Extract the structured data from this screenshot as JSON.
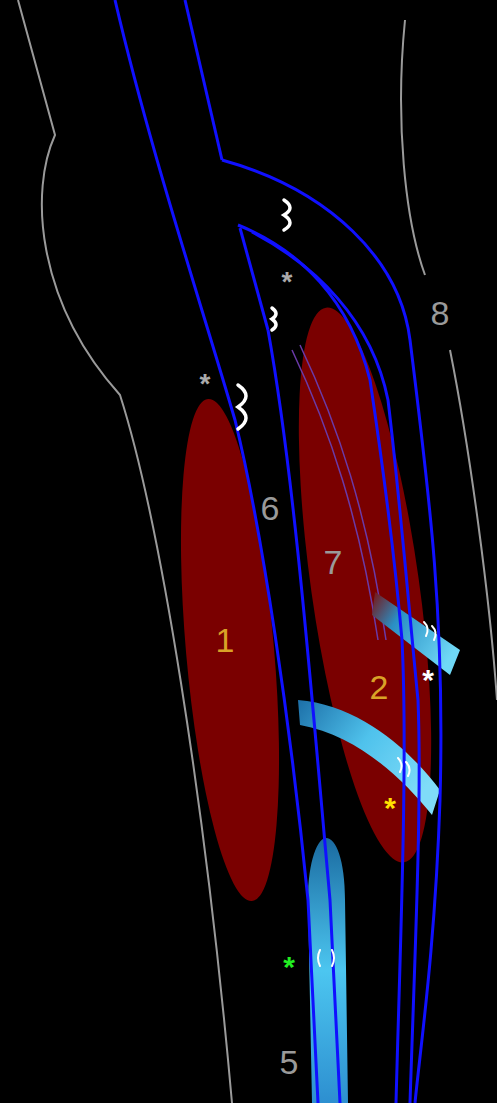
{
  "diagram": {
    "labels": [
      "*",
      "8",
      "*",
      "6",
      "7",
      "1",
      "*",
      "2",
      "*",
      "*",
      "5"
    ]
  }
}
